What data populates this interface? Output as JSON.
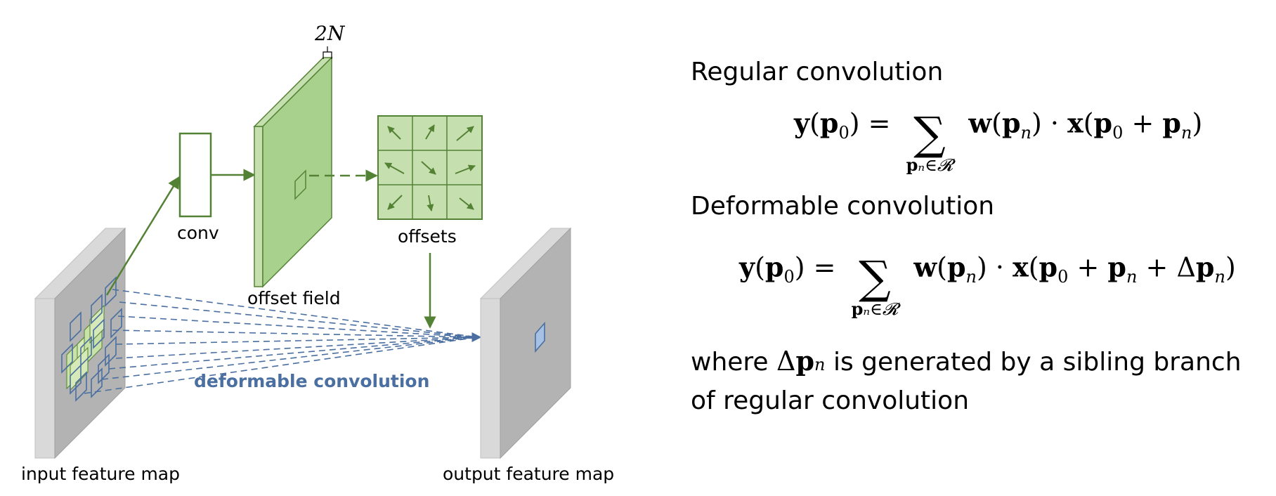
{
  "diagram": {
    "top_label": "2N",
    "conv_label": "conv",
    "offset_field_label": "offset field",
    "offsets_label": "offsets",
    "deformable_label": "deformable convolution",
    "input_label": "input feature map",
    "output_label": "output feature map",
    "offset_arrow_glyphs": [
      "↖",
      "↗",
      "↗",
      "↖",
      "↘",
      "↗",
      "↙",
      "↓",
      "↘"
    ],
    "colors": {
      "green_fill": "#a9d18e",
      "green_line": "#548235",
      "blue_line": "#4a6fa0",
      "gray_front": "#b3b3b3",
      "gray_side": "#d9d9d9"
    }
  },
  "text": {
    "regular_heading": "Regular convolution",
    "regular_eq_lhs": "y(p",
    "regular_eq_rhs": "w(p",
    "deformable_heading": "Deformable convolution",
    "note_prefix": "where ",
    "note_delta": "Δp",
    "note_suffix": " is generated by a sibling branch of regular convolution"
  }
}
